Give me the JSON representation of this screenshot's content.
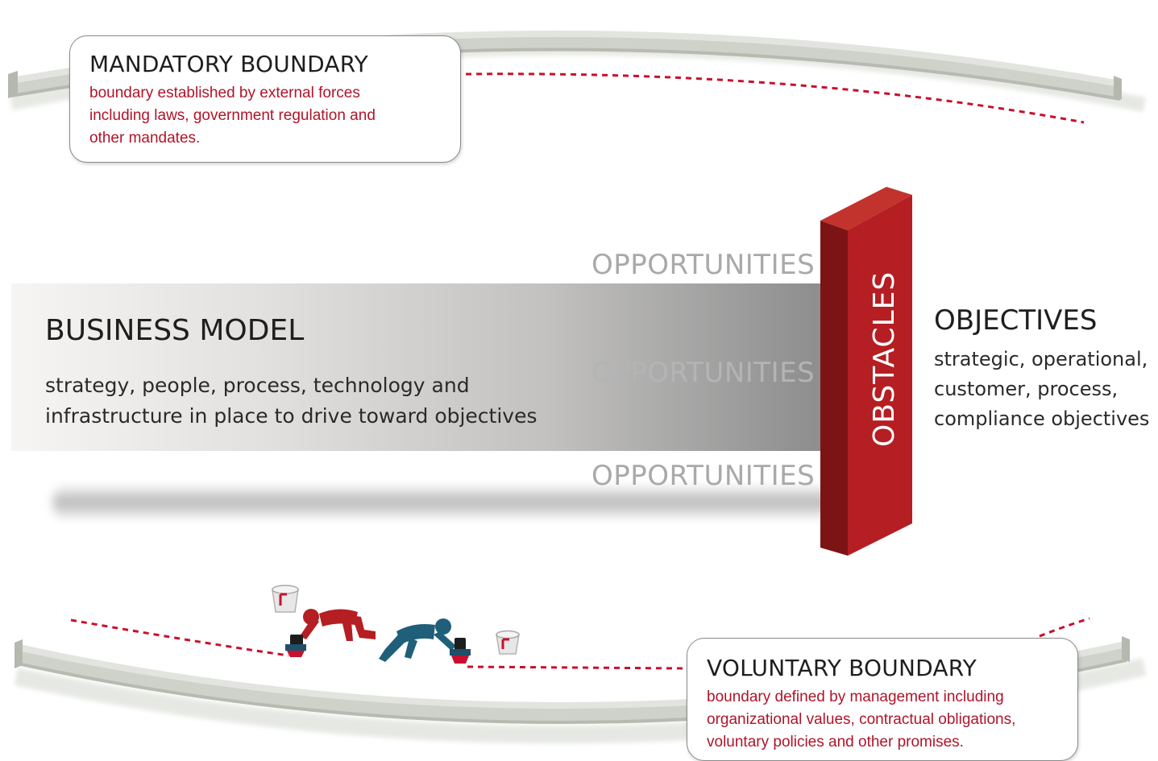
{
  "mandatory": {
    "title": "MANDATORY BOUNDARY",
    "lines": [
      "boundary established by external forces",
      "including laws, government regulation and",
      "other mandates."
    ]
  },
  "business_model": {
    "title": "BUSINESS MODEL",
    "lines": [
      "strategy, people, process, technology and",
      "infrastructure in place to drive toward objectives"
    ]
  },
  "opportunities": [
    "OPPORTUNITIES",
    "OPPORTUNITIES",
    "OPPORTUNITIES"
  ],
  "obstacles": {
    "label": "OBSTACLES"
  },
  "objectives": {
    "title": "OBJECTIVES",
    "lines": [
      "strategic, operational,",
      "customer, process,",
      "compliance objectives"
    ]
  },
  "voluntary": {
    "title": "VOLUNTARY BOUNDARY",
    "lines": [
      "boundary defined by management including",
      "organizational values, contractual obligations,",
      "voluntary policies and other promises."
    ]
  },
  "colors": {
    "accent_red": "#b0142a",
    "wall_red": "#b51e22",
    "worker_red": "#b51e22",
    "worker_blue": "#1f5f7a",
    "opportunity_gray": "#a9a9a9"
  }
}
